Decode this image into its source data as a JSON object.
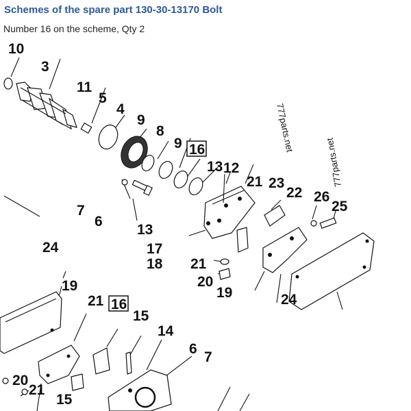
{
  "header": {
    "title": "Schemes of the spare part 130-30-13170 Bolt",
    "subtitle": "Number 16 on the scheme, Qty 2"
  },
  "scheme": {
    "highlighted_label": "16",
    "labels": [
      "10",
      "3",
      "11",
      "5",
      "4",
      "9",
      "8",
      "9",
      "16",
      "13",
      "12",
      "21",
      "23",
      "22",
      "26",
      "25",
      "7",
      "6",
      "13",
      "24",
      "17",
      "18",
      "21",
      "20",
      "19",
      "24",
      "19",
      "21",
      "16",
      "15",
      "14",
      "6",
      "7",
      "20",
      "21",
      "15"
    ],
    "watermarks": [
      "777parts.net",
      "777parts.net"
    ]
  },
  "colors": {
    "title": "#2a5a9c",
    "text": "#222222",
    "background": "#ffffff"
  }
}
